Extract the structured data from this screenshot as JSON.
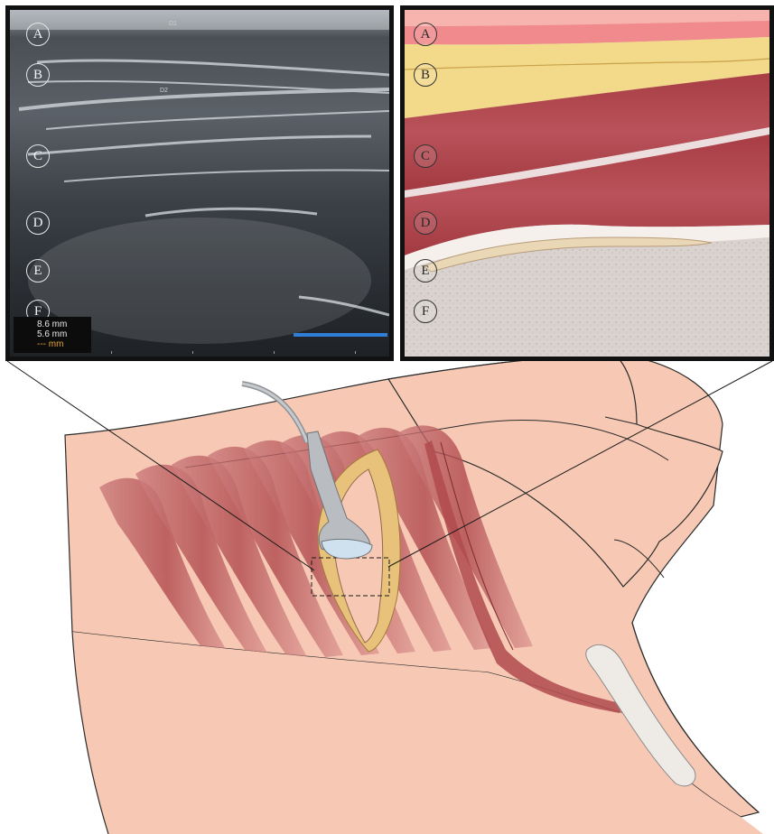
{
  "ultrasound": {
    "layer_labels": [
      "A",
      "B",
      "C",
      "D",
      "E",
      "F"
    ],
    "caliper_markers": [
      "D1",
      "D2"
    ],
    "measurements": [
      "8.6 mm",
      "5.6 mm"
    ],
    "units_line": "--- mm"
  },
  "illustration": {
    "layer_labels": [
      "A",
      "B",
      "C",
      "D",
      "E",
      "F"
    ]
  },
  "colors": {
    "skin": "#f7c9b4",
    "muscle": "#b04a4e",
    "fat": "#f3d98a",
    "bone": "#d9d2cf",
    "probe": "#b9bcc0",
    "scale_bar": "#2f7fd8"
  }
}
